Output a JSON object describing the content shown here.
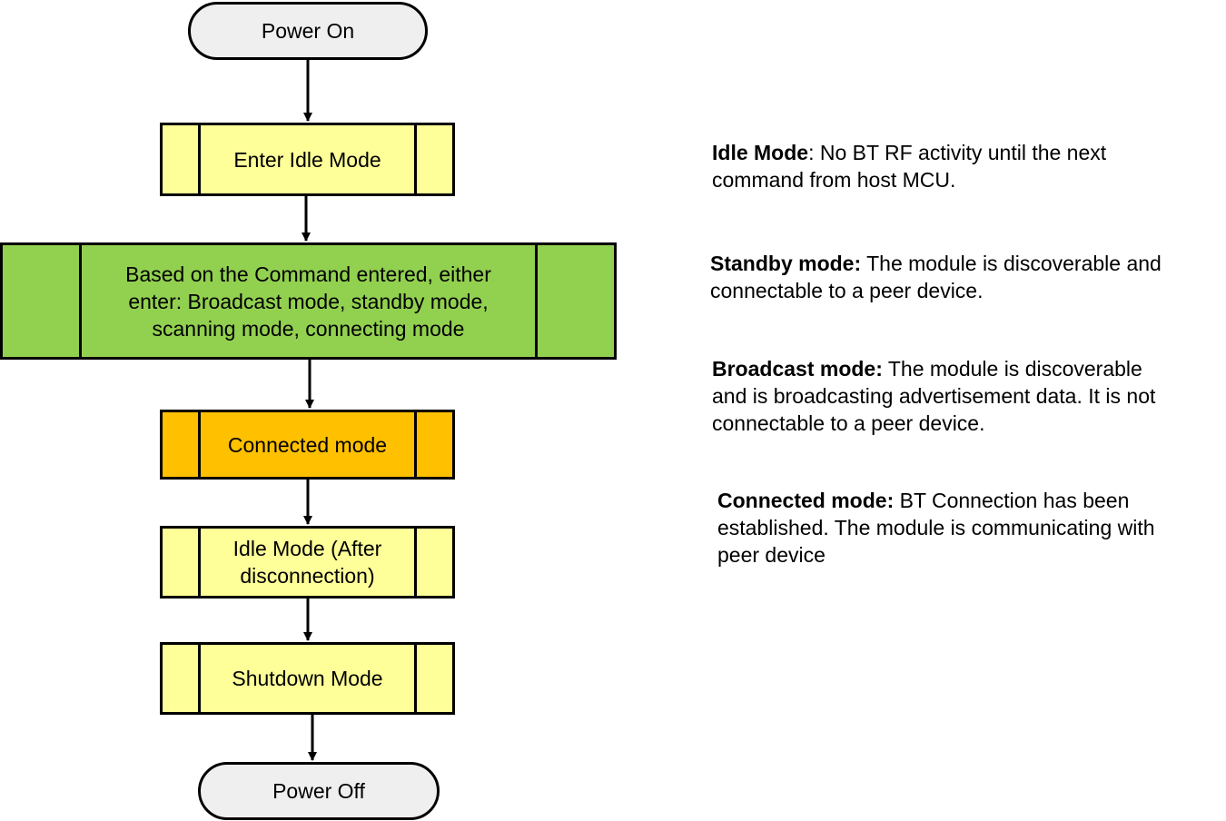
{
  "flowchart": {
    "power_on": "Power On",
    "enter_idle": "Enter Idle Mode",
    "command_line1": "Based on the Command entered, either",
    "command_line2": "enter: Broadcast mode, standby mode,",
    "command_line3": "scanning mode, connecting mode",
    "connected": "Connected mode",
    "idle_after_line1": "Idle Mode (After",
    "idle_after_line2": "disconnection)",
    "shutdown": "Shutdown Mode",
    "power_off": "Power Off"
  },
  "colors": {
    "light_yellow": "#ffff99",
    "green": "#92d050",
    "amber": "#ffc000",
    "terminal_fill": "#efefef"
  },
  "descriptions": {
    "idle": {
      "term": "Idle Mode",
      "line1": ": No BT RF activity until the next",
      "line2": "command from host MCU."
    },
    "standby": {
      "term": "Standby mode:",
      "line1": " The module is discoverable and",
      "line2": "connectable to a peer device."
    },
    "broadcast": {
      "term": "Broadcast mode:",
      "line1": " The module is discoverable",
      "line2": "and is broadcasting advertisement data. It is not",
      "line3": "connectable to a peer device."
    },
    "connected": {
      "term": "Connected mode:",
      "line1": " BT Connection has been",
      "line2": "established. The module is communicating with",
      "line3": "peer device"
    }
  }
}
